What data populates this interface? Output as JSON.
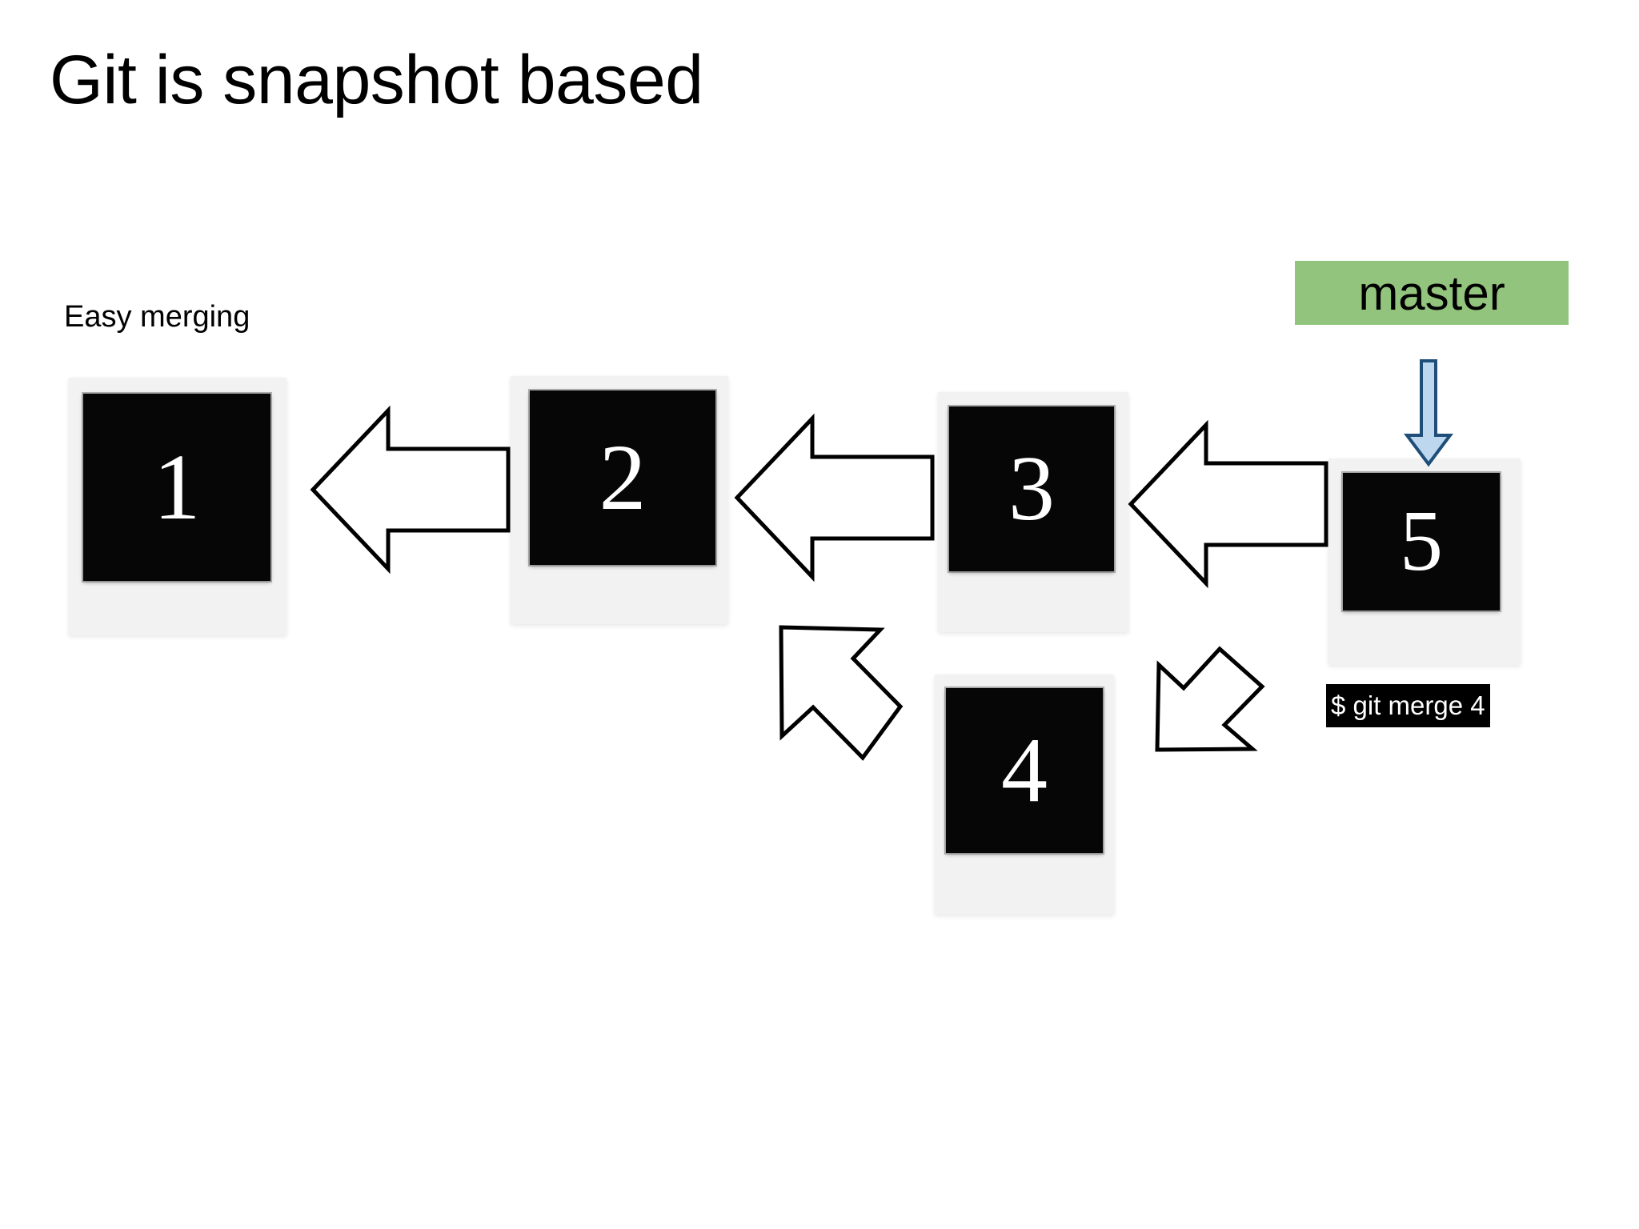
{
  "slide": {
    "title": "Git is snapshot based",
    "caption": "Easy merging",
    "background_color": "#ffffff"
  },
  "branch": {
    "label": "master",
    "label_background": "#93c47d",
    "pointer_icon": "down-arrow-icon",
    "pointer_fill": "#bdd7ee",
    "pointer_stroke": "#1f4e79"
  },
  "command": {
    "text": "$ git merge 4",
    "background": "#000000",
    "foreground": "#ffffff"
  },
  "snapshots": [
    {
      "id": "1",
      "number": "1"
    },
    {
      "id": "2",
      "number": "2"
    },
    {
      "id": "3",
      "number": "3"
    },
    {
      "id": "4",
      "number": "4"
    },
    {
      "id": "5",
      "number": "5"
    }
  ],
  "arrows": [
    {
      "name": "arrow-2-to-1",
      "direction": "left",
      "from": "2",
      "to": "1"
    },
    {
      "name": "arrow-3-to-2",
      "direction": "left",
      "from": "3",
      "to": "2"
    },
    {
      "name": "arrow-5-to-3",
      "direction": "left",
      "from": "5",
      "to": "3"
    },
    {
      "name": "arrow-4-to-3",
      "direction": "up-left",
      "from": "4",
      "to": "3"
    },
    {
      "name": "arrow-5-to-4",
      "direction": "down-left",
      "from": "5",
      "to": "4"
    }
  ]
}
